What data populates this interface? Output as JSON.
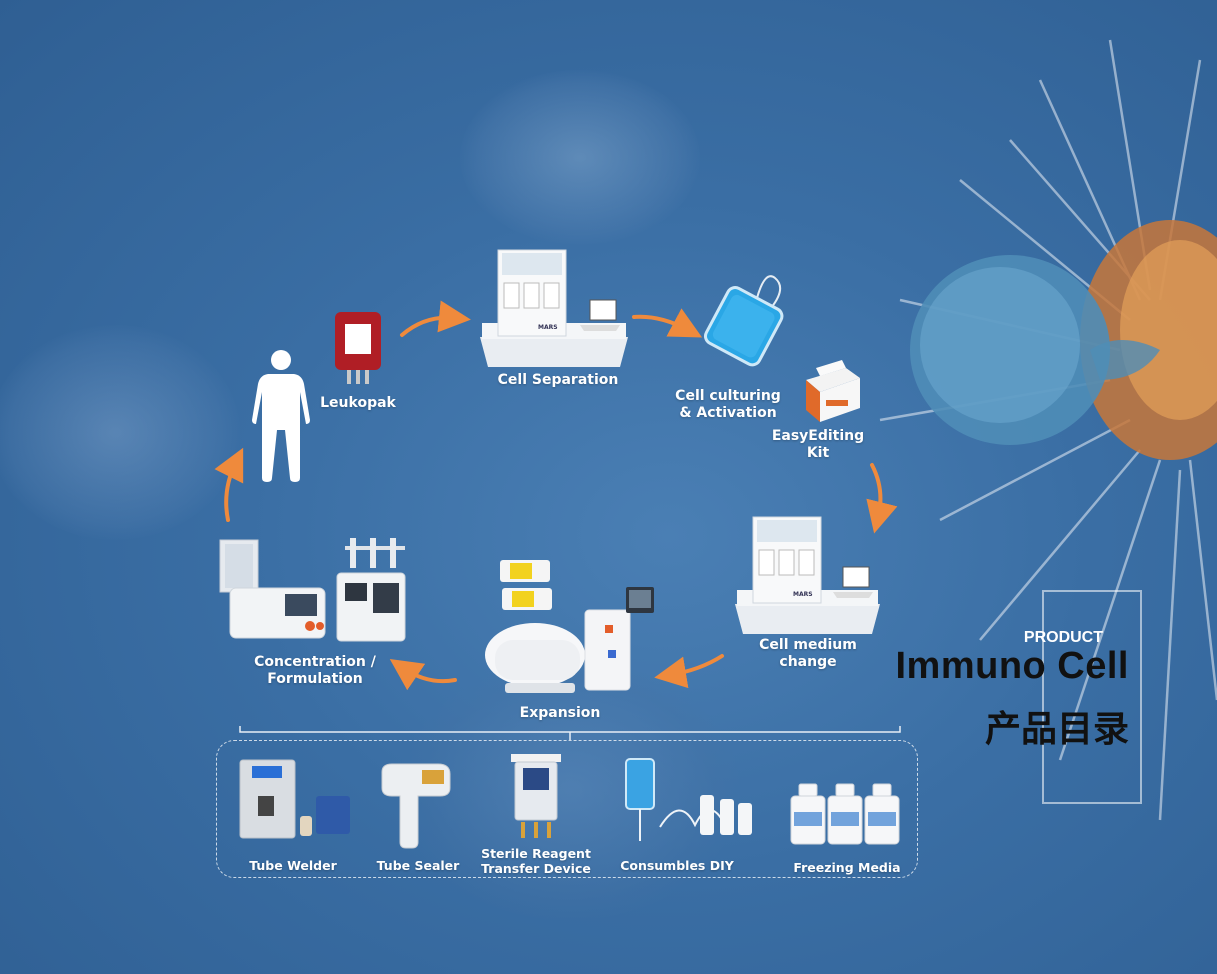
{
  "header": {
    "product_label": "PRODUCT",
    "title_en": "Immuno Cell",
    "title_cn": "产品目录"
  },
  "workflow": {
    "leukopak": "Leukopak",
    "cell_separation": "Cell Separation",
    "cell_culturing_line1": "Cell culturing",
    "cell_culturing_line2": "& Activation",
    "easyediting_line1": "EasyEditing",
    "easyediting_line2": "Kit",
    "cell_medium_line1": "Cell medium",
    "cell_medium_line2": "change",
    "expansion": "Expansion",
    "concentration_line1": "Concentration /",
    "concentration_line2": "Formulation"
  },
  "consumables": {
    "tube_welder": "Tube Welder",
    "tube_sealer": "Tube Sealer",
    "sterile_line1": "Sterile Reagent",
    "sterile_line2": "Transfer Device",
    "consumables_diy": "Consumbles DIY",
    "freezing_media": "Freezing Media"
  },
  "device_text": {
    "mars_top": "MARS",
    "mars_bottom": "MARS"
  },
  "colors": {
    "arrow": "#ef8a3c",
    "background": "#3a6ea4",
    "title_text": "#111111",
    "label_text": "#ffffff",
    "culture_bag": "#2aa7e6"
  }
}
